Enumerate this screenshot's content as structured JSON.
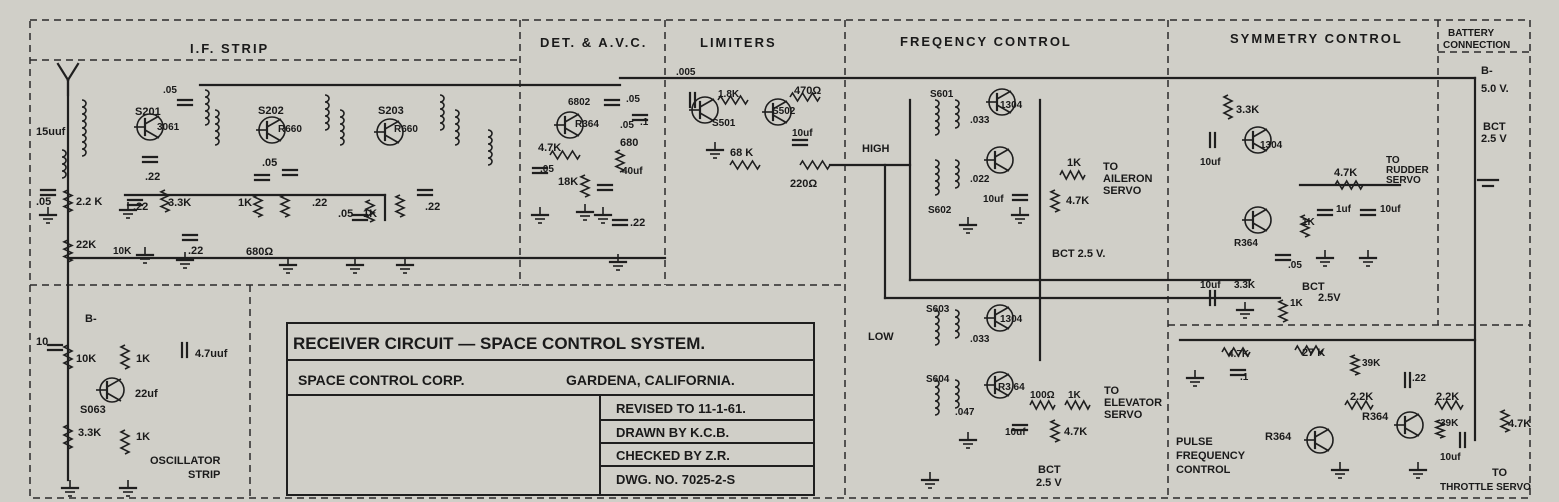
{
  "sections": {
    "if_strip": "I.F. STRIP",
    "det_avc": "DET. & A.V.C.",
    "limiters": "LIMITERS",
    "freq_control": "FREQENCY CONTROL",
    "symmetry_control": "SYMMETRY CONTROL",
    "battery_connection_1": "BATTERY",
    "battery_connection_2": "CONNECTION",
    "oscillator_strip_1": "OSCILLATOR",
    "oscillator_strip_2": "STRIP",
    "pulse_freq_1": "PULSE",
    "pulse_freq_2": "FREQUENCY",
    "pulse_freq_3": "CONTROL"
  },
  "title_block": {
    "title": "RECEIVER CIRCUIT — SPACE CONTROL SYSTEM.",
    "company": "SPACE CONTROL CORP.",
    "location": "GARDENA, CALIFORNIA.",
    "revised": "REVISED TO 11-1-61.",
    "drawn": "DRAWN BY K.C.B.",
    "checked": "CHECKED BY Z.R.",
    "dwg": "DWG. NO. 7025-2-S"
  },
  "labels": {
    "c_15uuf": "15uuf",
    "c_05a": ".05",
    "r_22k_top": "2.2 K",
    "r_22k": "22K",
    "s201": "S201",
    "r_3061": "3061",
    "c_22a": ".22",
    "r_33k_a": "3.3K",
    "c_22b": ".22",
    "r_10k": "10K",
    "c_22c": ".22",
    "c_05top": ".05",
    "s202": "S202",
    "r660a": "R660",
    "c_05b": ".05",
    "r_1k_a": "1K",
    "c_22d": ".22",
    "r_680": "680Ω",
    "s203": "S203",
    "r660b": "R660",
    "c_05c": ".05",
    "r_1k_b": "1K",
    "c_22e": ".22",
    "osc_bminus": "B-",
    "osc_10": "10",
    "osc_10k": "10K",
    "osc_1k_a": "1K",
    "osc_47uuf": "4.7uuf",
    "osc_22uf": "22uf",
    "s063": "S063",
    "osc_33k": "3.3K",
    "osc_1k_b": "1K",
    "c_005": ".005",
    "r_6802": "6802",
    "c_05d": ".05",
    "c_05e": ".05",
    "c_1": ".1",
    "r364a": "R364",
    "r_47k_det": "4.7K",
    "r_18k": "18K",
    "c_05f": ".05",
    "r_680det": "680",
    "c_40uf": "40uf",
    "c_22f": ".22",
    "r_18k_lim": "1.8K",
    "s501": "S501",
    "s502": "S502",
    "r_68k": "68 K",
    "r_470": "470Ω",
    "c_10uf_lim": "10uf",
    "r_220": "220Ω",
    "high": "HIGH",
    "low": "LOW",
    "s601": "S601",
    "t1304a": "1304",
    "c_033a": ".033",
    "c_022": ".022",
    "s602": "S602",
    "c_10uf_fc": "10uf",
    "r_1k_fc": "1K",
    "r_47k_fc": "4.7K",
    "to_aileron_1": "TO",
    "to_aileron_2": "AILERON",
    "to_aileron_3": "SERVO",
    "bct_fc": "BCT 2.5 V.",
    "s603": "S603",
    "t1304b": "1304",
    "c_033b": ".033",
    "s604": "S604",
    "r3164": "R3 64",
    "c_047": ".047",
    "r_100": "100Ω",
    "r_1k_el": "1K",
    "to_elev_1": "TO",
    "to_elev_2": "ELEVATOR",
    "to_elev_3": "SERVO",
    "c_10uf_el": "10uf",
    "r_47k_el": "4.7K",
    "bct_el_1": "BCT",
    "bct_el_2": "2.5 V",
    "r_33k_sym": "3.3K",
    "c_10uf_sym": "10uf",
    "t1304c": "1304",
    "r_47k_sym": "4.7K",
    "to_rudder_1": "TO",
    "to_rudder_2": "RUDDER",
    "to_rudder_3": "SERVO",
    "r_1k_sym": "1K",
    "c_1uf": "1uf",
    "c_10uf_sym2": "10uf",
    "r364b": "R364",
    "c_05_sym": ".05",
    "bct_sym_1": "BCT",
    "bct_sym_2": "2.5V",
    "c_10uf_sym3": "10uf",
    "r_33k_sym2": "3.3K",
    "r_1k_sym2": "1K",
    "bminus": "B-",
    "v50": "5.0 V.",
    "bct_bat_1": "BCT",
    "bct_bat_2": "2.5 V",
    "r_47k_pf": "4.7K",
    "c_1_pf": ".1",
    "r_27k": "27 K",
    "r_39k_a": "39K",
    "c_22_pf": ".22",
    "r_22k_pf": "2.2K",
    "r_22k_pf2": "2.2K",
    "r364c": "R364",
    "r364d": "R364",
    "r_39k_b": "39K",
    "r_47k_pf2": "4.7K",
    "c_10uf_pf": "10uf",
    "to_throttle_1": "TO",
    "to_throttle_2": "THROTTLE SERVO"
  }
}
